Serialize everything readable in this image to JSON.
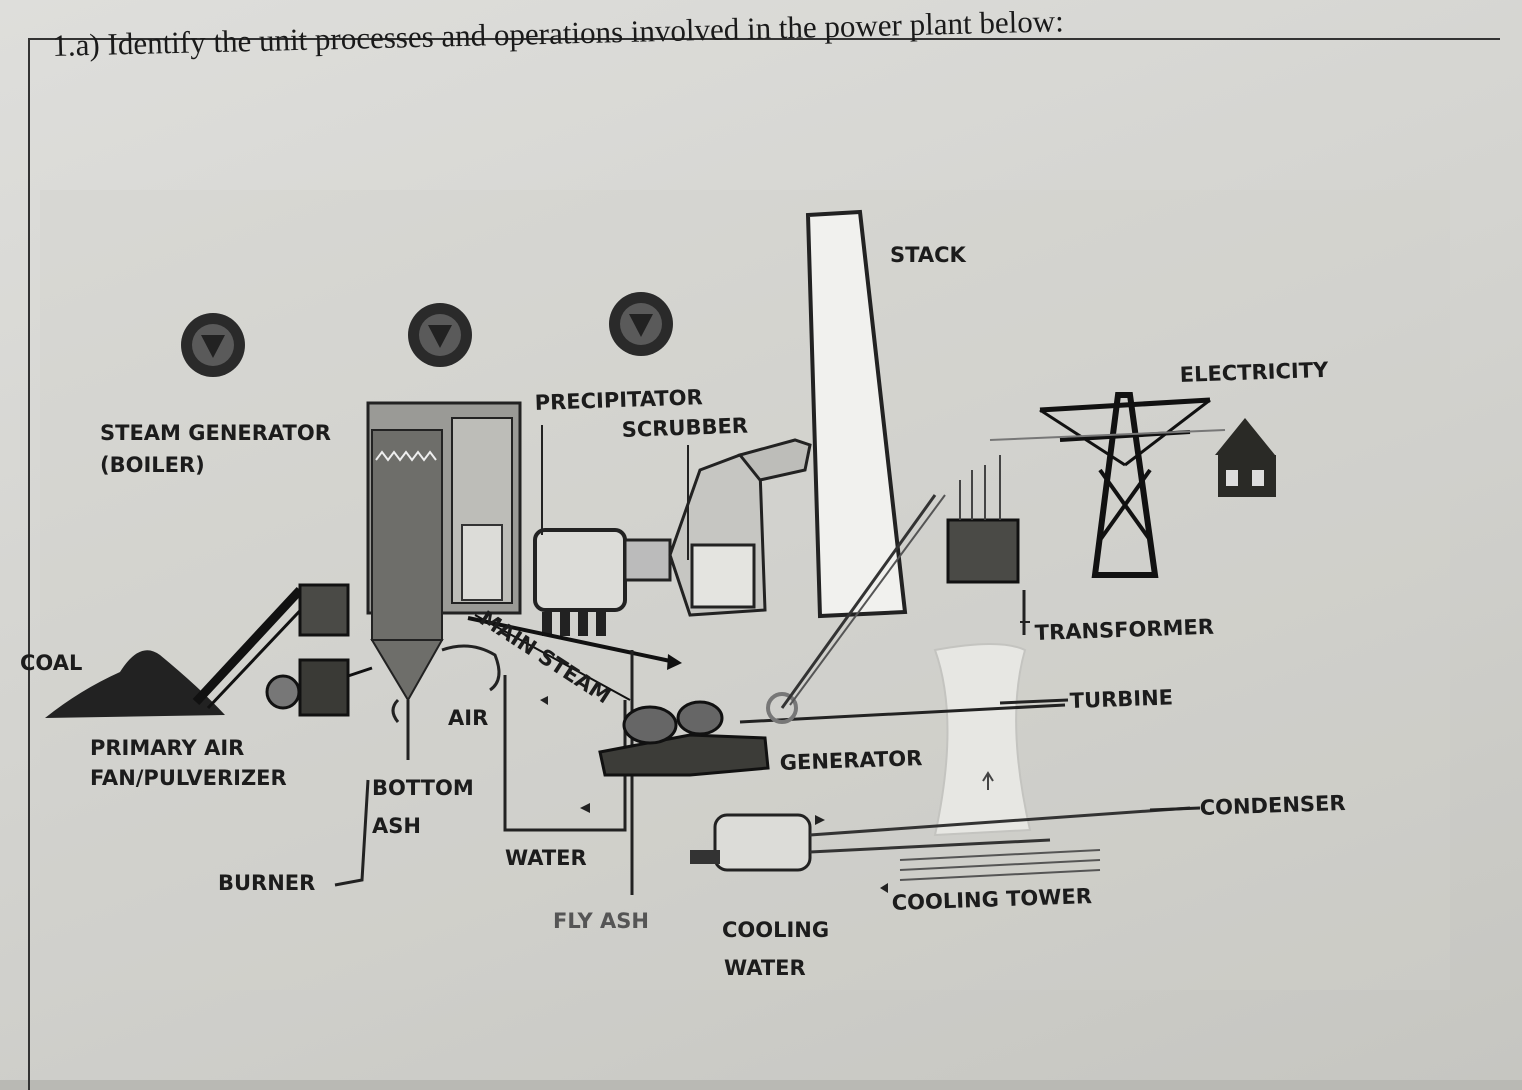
{
  "question": "1.a) Identify the unit processes and operations involved in the power plant below:",
  "labels": {
    "stack": "STACK",
    "electricity": "ELECTRICITY",
    "precipitator": "PRECIPITATOR",
    "scrubber": "SCRUBBER",
    "steam_generator": "STEAM GENERATOR",
    "boiler": "(BOILER)",
    "coal": "COAL",
    "primary_air": "PRIMARY AIR",
    "fan_pulverizer": "FAN/PULVERIZER",
    "air": "AIR",
    "main_steam": "MAIN STEAM",
    "bottom": "BOTTOM",
    "ash": "ASH",
    "burner": "BURNER",
    "water": "WATER",
    "fly_ash": "FLY ASH",
    "cooling": "COOLING",
    "cooling_water": "WATER",
    "cooling_tower": "COOLING TOWER",
    "generator": "GENERATOR",
    "turbine": "TURBINE",
    "transformer": "TRANSFORMER",
    "condenser": "CONDENSER"
  }
}
